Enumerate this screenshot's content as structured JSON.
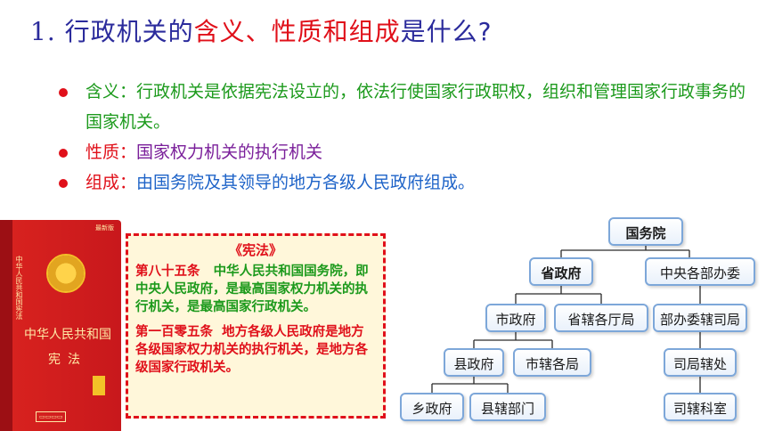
{
  "title": {
    "number": "1.",
    "part1": "行政机关的",
    "highlight": "含义、性质和组成",
    "part2": "是什么?"
  },
  "bullets": [
    {
      "text": "含义：行政机关是依据宪法设立的，依法行使国家行政职权，组织和管理国家行政事务的国家机关。"
    },
    {
      "label": "性质：",
      "text": "国家权力机关的执行机关"
    },
    {
      "label": "组成：",
      "text": "由国务院及其领导的地方各级人民政府组成。"
    }
  ],
  "book": {
    "title": "中华人民共和国",
    "subtitle": "宪法",
    "spine_text": "中华人民共和国宪法",
    "badge": "最新版"
  },
  "constitution": {
    "heading": "《宪法》",
    "art1_label": "第八十五条",
    "art1_text": "中华人民共和国国务院，即中央人民政府，是最高国家权力机关的执行机关，是最高国家行政机关。",
    "art2_label": "第一百零五条",
    "art2_text": "地方各级人民政府是地方各级国家权力机关的执行机关，是地方各级国家行政机关。"
  },
  "org": {
    "root": "国务院",
    "province": "省政府",
    "central": "中央各部办委",
    "city": "市政府",
    "prov_bureau": "省辖各厅局",
    "ministry_bureau": "部办委辖司局",
    "county": "县政府",
    "city_bureau": "市辖各局",
    "division": "司局辖处",
    "township": "乡政府",
    "county_dept": "县辖部门",
    "section": "司辖科室"
  },
  "colors": {
    "title_blue": "#2b2b9c",
    "red": "#e0101a",
    "green": "#1c9a1c",
    "purple": "#7a1f9a",
    "blue": "#1e63c8",
    "node_border": "#7da7d9"
  }
}
